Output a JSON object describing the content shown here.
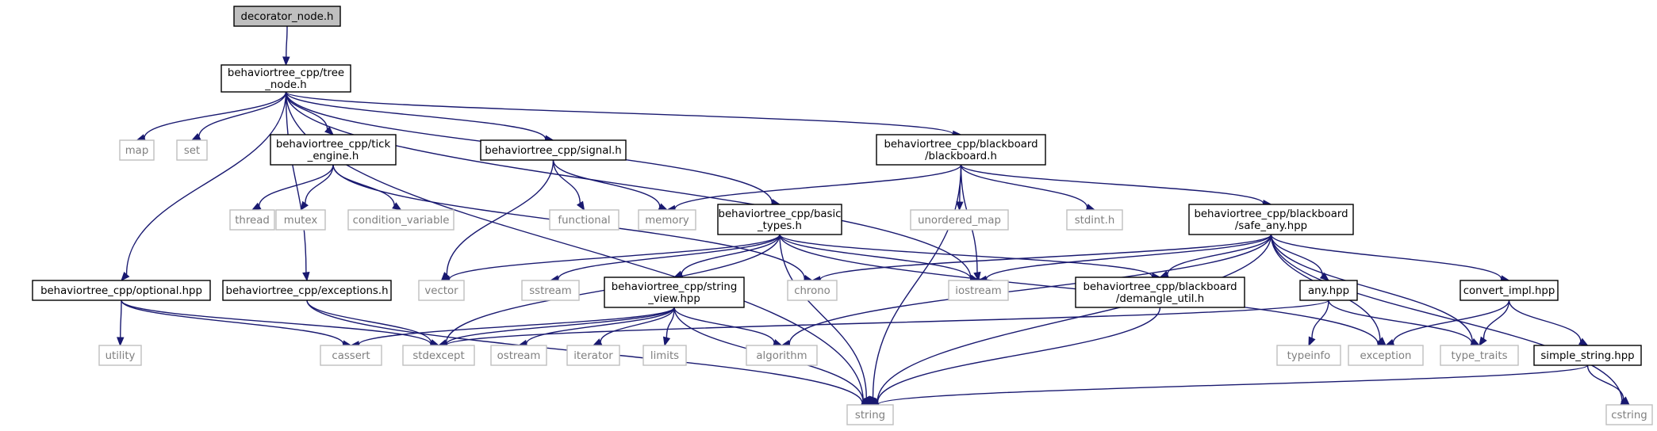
{
  "graph": {
    "colors": {
      "edge": "#191970",
      "project_border": "#000000",
      "system_border": "#bfbfbf",
      "system_text": "#7f7f7f",
      "root_fill": "#bfbfbf"
    },
    "nodes": [
      {
        "id": "decorator_node",
        "kind": "root",
        "lines": [
          "decorator_node.h"
        ]
      },
      {
        "id": "tree_node",
        "kind": "project",
        "lines": [
          "behaviortree_cpp/tree",
          "_node.h"
        ]
      },
      {
        "id": "map",
        "kind": "system",
        "lines": [
          "map"
        ]
      },
      {
        "id": "set",
        "kind": "system",
        "lines": [
          "set"
        ]
      },
      {
        "id": "tick_engine",
        "kind": "project",
        "lines": [
          "behaviortree_cpp/tick",
          "_engine.h"
        ]
      },
      {
        "id": "signal",
        "kind": "project",
        "lines": [
          "behaviortree_cpp/signal.h"
        ]
      },
      {
        "id": "blackboard",
        "kind": "project",
        "lines": [
          "behaviortree_cpp/blackboard",
          "/blackboard.h"
        ]
      },
      {
        "id": "thread",
        "kind": "system",
        "lines": [
          "thread"
        ]
      },
      {
        "id": "mutex",
        "kind": "system",
        "lines": [
          "mutex"
        ]
      },
      {
        "id": "condition_variable",
        "kind": "system",
        "lines": [
          "condition_variable"
        ]
      },
      {
        "id": "functional",
        "kind": "system",
        "lines": [
          "functional"
        ]
      },
      {
        "id": "memory",
        "kind": "system",
        "lines": [
          "memory"
        ]
      },
      {
        "id": "basic_types",
        "kind": "project",
        "lines": [
          "behaviortree_cpp/basic",
          "_types.h"
        ]
      },
      {
        "id": "unordered_map",
        "kind": "system",
        "lines": [
          "unordered_map"
        ]
      },
      {
        "id": "stdint",
        "kind": "system",
        "lines": [
          "stdint.h"
        ]
      },
      {
        "id": "safe_any",
        "kind": "project",
        "lines": [
          "behaviortree_cpp/blackboard",
          "/safe_any.hpp"
        ]
      },
      {
        "id": "optional",
        "kind": "project",
        "lines": [
          "behaviortree_cpp/optional.hpp"
        ]
      },
      {
        "id": "exceptions",
        "kind": "project",
        "lines": [
          "behaviortree_cpp/exceptions.h"
        ]
      },
      {
        "id": "vector",
        "kind": "system",
        "lines": [
          "vector"
        ]
      },
      {
        "id": "sstream",
        "kind": "system",
        "lines": [
          "sstream"
        ]
      },
      {
        "id": "string_view",
        "kind": "project",
        "lines": [
          "behaviortree_cpp/string",
          "_view.hpp"
        ]
      },
      {
        "id": "chrono",
        "kind": "system",
        "lines": [
          "chrono"
        ]
      },
      {
        "id": "iostream",
        "kind": "system",
        "lines": [
          "iostream"
        ]
      },
      {
        "id": "demangle_util",
        "kind": "project",
        "lines": [
          "behaviortree_cpp/blackboard",
          "/demangle_util.h"
        ]
      },
      {
        "id": "any",
        "kind": "project",
        "lines": [
          "any.hpp"
        ]
      },
      {
        "id": "convert_impl",
        "kind": "project",
        "lines": [
          "convert_impl.hpp"
        ]
      },
      {
        "id": "utility",
        "kind": "system",
        "lines": [
          "utility"
        ]
      },
      {
        "id": "cassert",
        "kind": "system",
        "lines": [
          "cassert"
        ]
      },
      {
        "id": "stdexcept",
        "kind": "system",
        "lines": [
          "stdexcept"
        ]
      },
      {
        "id": "ostream",
        "kind": "system",
        "lines": [
          "ostream"
        ]
      },
      {
        "id": "iterator",
        "kind": "system",
        "lines": [
          "iterator"
        ]
      },
      {
        "id": "limits",
        "kind": "system",
        "lines": [
          "limits"
        ]
      },
      {
        "id": "algorithm",
        "kind": "system",
        "lines": [
          "algorithm"
        ]
      },
      {
        "id": "typeinfo",
        "kind": "system",
        "lines": [
          "typeinfo"
        ]
      },
      {
        "id": "exception",
        "kind": "system",
        "lines": [
          "exception"
        ]
      },
      {
        "id": "type_traits",
        "kind": "system",
        "lines": [
          "type_traits"
        ]
      },
      {
        "id": "simple_string",
        "kind": "project",
        "lines": [
          "simple_string.hpp"
        ]
      },
      {
        "id": "string",
        "kind": "system",
        "lines": [
          "string"
        ]
      },
      {
        "id": "cstring",
        "kind": "system",
        "lines": [
          "cstring"
        ]
      }
    ],
    "edges": [
      [
        "decorator_node",
        "tree_node"
      ],
      [
        "tree_node",
        "map"
      ],
      [
        "tree_node",
        "set"
      ],
      [
        "tree_node",
        "tick_engine"
      ],
      [
        "tree_node",
        "signal"
      ],
      [
        "tree_node",
        "blackboard"
      ],
      [
        "tree_node",
        "basic_types"
      ],
      [
        "tree_node",
        "optional"
      ],
      [
        "tree_node",
        "exceptions"
      ],
      [
        "tree_node",
        "string"
      ],
      [
        "tree_node",
        "iostream"
      ],
      [
        "tick_engine",
        "thread"
      ],
      [
        "tick_engine",
        "mutex"
      ],
      [
        "tick_engine",
        "condition_variable"
      ],
      [
        "tick_engine",
        "chrono"
      ],
      [
        "signal",
        "vector"
      ],
      [
        "signal",
        "functional"
      ],
      [
        "signal",
        "memory"
      ],
      [
        "blackboard",
        "memory"
      ],
      [
        "blackboard",
        "unordered_map"
      ],
      [
        "blackboard",
        "stdint"
      ],
      [
        "blackboard",
        "safe_any"
      ],
      [
        "blackboard",
        "iostream"
      ],
      [
        "blackboard",
        "string"
      ],
      [
        "basic_types",
        "vector"
      ],
      [
        "basic_types",
        "sstream"
      ],
      [
        "basic_types",
        "string_view"
      ],
      [
        "basic_types",
        "stdexcept"
      ],
      [
        "basic_types",
        "iostream"
      ],
      [
        "basic_types",
        "demangle_util"
      ],
      [
        "basic_types",
        "exception"
      ],
      [
        "basic_types",
        "string"
      ],
      [
        "safe_any",
        "chrono"
      ],
      [
        "safe_any",
        "iostream"
      ],
      [
        "safe_any",
        "demangle_util"
      ],
      [
        "safe_any",
        "algorithm"
      ],
      [
        "safe_any",
        "any"
      ],
      [
        "safe_any",
        "exception"
      ],
      [
        "safe_any",
        "type_traits"
      ],
      [
        "safe_any",
        "convert_impl"
      ],
      [
        "safe_any",
        "string"
      ],
      [
        "safe_any",
        "cstring"
      ],
      [
        "optional",
        "utility"
      ],
      [
        "optional",
        "cassert"
      ],
      [
        "optional",
        "stdexcept"
      ],
      [
        "exceptions",
        "stdexcept"
      ],
      [
        "exceptions",
        "string"
      ],
      [
        "string_view",
        "cassert"
      ],
      [
        "string_view",
        "stdexcept"
      ],
      [
        "string_view",
        "ostream"
      ],
      [
        "string_view",
        "iterator"
      ],
      [
        "string_view",
        "limits"
      ],
      [
        "string_view",
        "algorithm"
      ],
      [
        "string_view",
        "string"
      ],
      [
        "demangle_util",
        "string"
      ],
      [
        "any",
        "stdexcept"
      ],
      [
        "any",
        "typeinfo"
      ],
      [
        "any",
        "type_traits"
      ],
      [
        "convert_impl",
        "exception"
      ],
      [
        "convert_impl",
        "type_traits"
      ],
      [
        "convert_impl",
        "simple_string"
      ],
      [
        "simple_string",
        "string"
      ],
      [
        "simple_string",
        "cstring"
      ]
    ]
  }
}
